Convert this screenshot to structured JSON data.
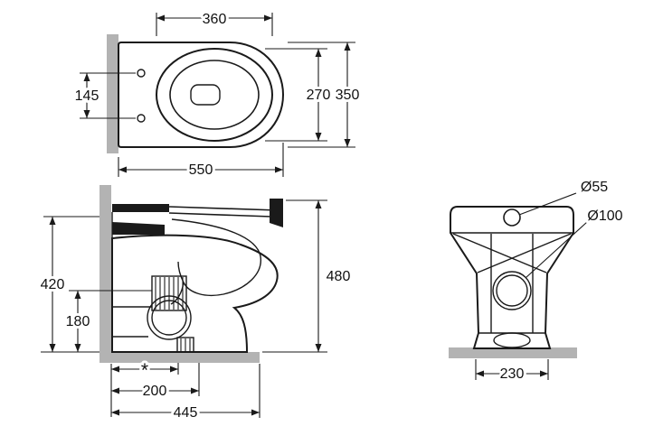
{
  "colors": {
    "line": "#1a1a1a",
    "gray": "#b3b3b3",
    "background": "#ffffff"
  },
  "top_view": {
    "opening_width": "360",
    "hole_spacing": "145",
    "opening_depth": "270",
    "overall_width": "350",
    "overall_length": "550"
  },
  "side_view": {
    "rim_height": "420",
    "outlet_height": "180",
    "overall_height": "480",
    "outlet_offset": "*",
    "outlet_depth": "200",
    "overall_depth": "445"
  },
  "front_view": {
    "small_hole_diameter": "Ø55",
    "outlet_diameter": "Ø100",
    "base_width": "230"
  }
}
